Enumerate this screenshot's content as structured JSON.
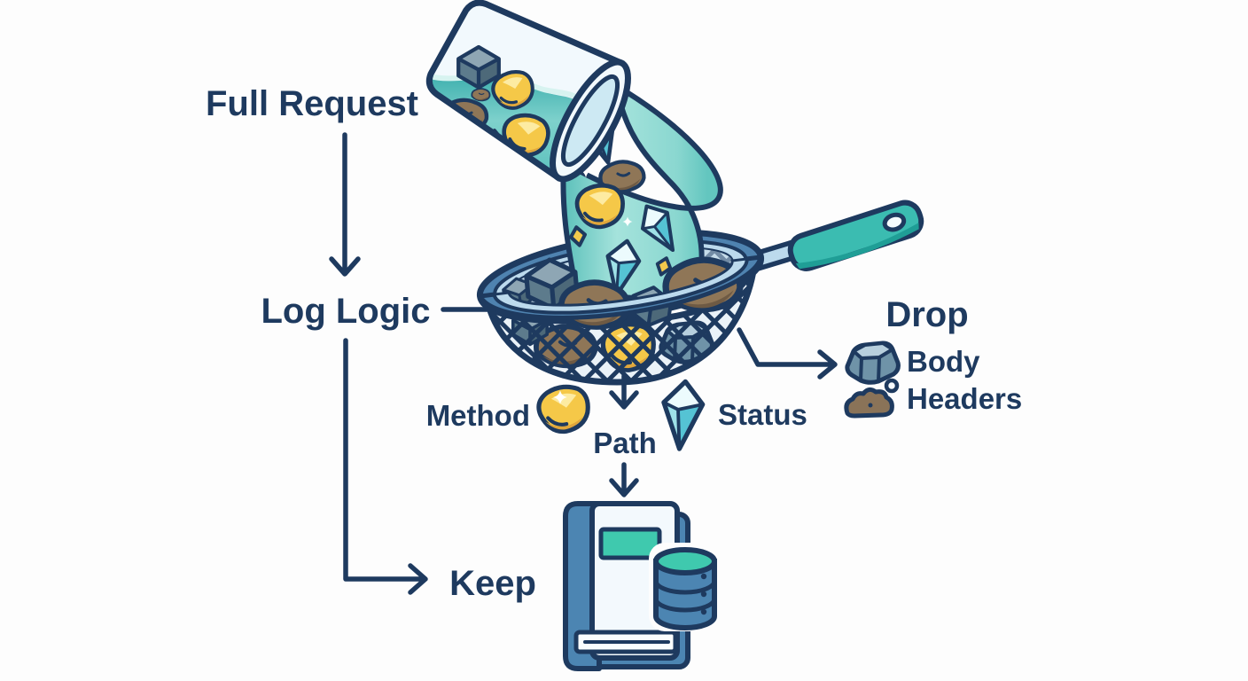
{
  "labels": {
    "full_request": "Full Request",
    "log_logic": "Log Logic",
    "drop": "Drop",
    "body": "Body",
    "headers": "Headers",
    "method": "Method",
    "path": "Path",
    "status": "Status",
    "keep": "Keep"
  },
  "icons": {
    "beaker": "beaker-pouring-icon",
    "stream": "liquid-stream-icon",
    "sieve": "sieve-strainer-icon",
    "gold_nugget": "gold-nugget-icon",
    "diamond_gem": "diamond-gem-icon",
    "gray_rock": "gray-cube-rock-icon",
    "brown_rock": "brown-rock-icon",
    "body_rock": "blue-gray-rock-icon",
    "log_book": "log-book-icon",
    "database": "database-cylinder-icon"
  },
  "colors": {
    "background": "#fdfdfd",
    "outline_navy": "#1e3a5f",
    "teal_liquid": "#5bc1ba",
    "teal_light": "#a5e3dc",
    "handle_teal": "#3bbcb1",
    "rim_steel_blue": "#4f83b0",
    "rim_light_blue": "#bcdaed",
    "gold": "#f5c848",
    "gold_highlight": "#fdeba2",
    "brown": "#8f7657",
    "gray_rock": "#5d7b8c",
    "gem_teal": "#55c3d4",
    "book_blue": "#4c85b2",
    "label_teal": "#3fc9ae"
  }
}
